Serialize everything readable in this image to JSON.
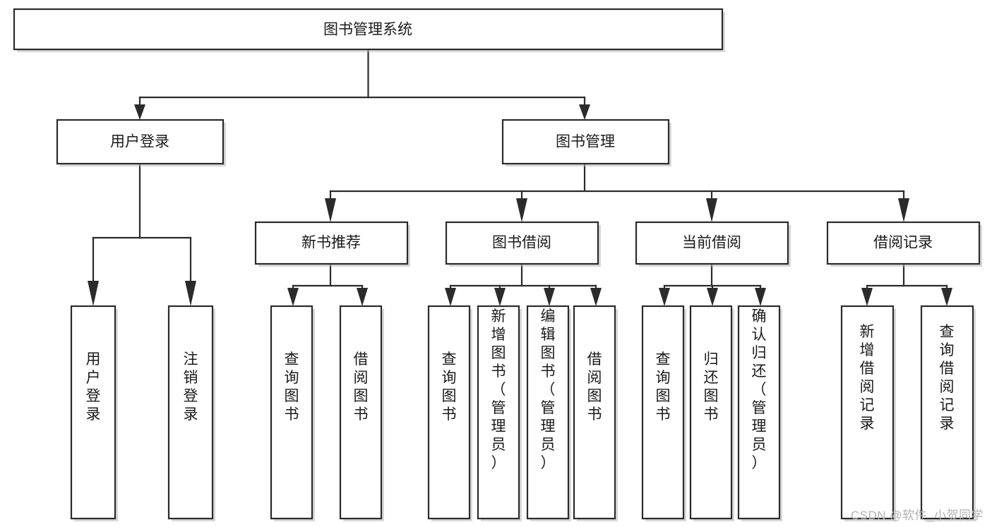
{
  "diagram": {
    "title": "图书管理系统",
    "type": "hierarchy-tree",
    "watermark": "CSDN @软件_小贺同学",
    "colors": {
      "background": "#ffffff",
      "box_fill": "#ffffff",
      "box_stroke": "#2b2b2b",
      "text": "#1a1a1a",
      "shadow": "#b8b8b8",
      "watermark": "#b3b3b3"
    },
    "levels": [
      {
        "level": 1,
        "nodes": [
          {
            "id": "root",
            "label": "图书管理系统",
            "orientation": "horizontal"
          }
        ]
      },
      {
        "level": 2,
        "nodes": [
          {
            "id": "login",
            "label": "用户登录",
            "orientation": "horizontal",
            "parent": "root"
          },
          {
            "id": "bookmgmt",
            "label": "图书管理",
            "orientation": "horizontal",
            "parent": "root"
          }
        ]
      },
      {
        "level": 3,
        "nodes": [
          {
            "id": "newbook",
            "label": "新书推荐",
            "orientation": "horizontal",
            "parent": "bookmgmt"
          },
          {
            "id": "borrow",
            "label": "图书借阅",
            "orientation": "horizontal",
            "parent": "bookmgmt"
          },
          {
            "id": "current",
            "label": "当前借阅",
            "orientation": "horizontal",
            "parent": "bookmgmt"
          },
          {
            "id": "records",
            "label": "借阅记录",
            "orientation": "horizontal",
            "parent": "bookmgmt"
          }
        ]
      },
      {
        "level": 4,
        "nodes": [
          {
            "id": "leaf-1",
            "label": "用户登录",
            "orientation": "vertical",
            "parent": "login"
          },
          {
            "id": "leaf-2",
            "label": "注销登录",
            "orientation": "vertical",
            "parent": "login"
          },
          {
            "id": "leaf-3",
            "label": "查询图书",
            "orientation": "vertical",
            "parent": "newbook"
          },
          {
            "id": "leaf-4",
            "label": "借阅图书",
            "orientation": "vertical",
            "parent": "newbook"
          },
          {
            "id": "leaf-5",
            "label": "查询图书",
            "orientation": "vertical",
            "parent": "borrow"
          },
          {
            "id": "leaf-6",
            "label": "新增图书（管理员）",
            "orientation": "vertical",
            "parent": "borrow"
          },
          {
            "id": "leaf-7",
            "label": "编辑图书（管理员）",
            "orientation": "vertical",
            "parent": "borrow"
          },
          {
            "id": "leaf-8",
            "label": "借阅图书",
            "orientation": "vertical",
            "parent": "borrow"
          },
          {
            "id": "leaf-9",
            "label": "查询图书",
            "orientation": "vertical",
            "parent": "current"
          },
          {
            "id": "leaf-10",
            "label": "归还图书",
            "orientation": "vertical",
            "parent": "current"
          },
          {
            "id": "leaf-11",
            "label": "确认归还（管理员）",
            "orientation": "vertical",
            "parent": "current"
          },
          {
            "id": "leaf-12",
            "label": "新增借阅记录",
            "orientation": "vertical",
            "parent": "records"
          },
          {
            "id": "leaf-13",
            "label": "查询借阅记录",
            "orientation": "vertical",
            "parent": "records"
          }
        ]
      }
    ]
  }
}
